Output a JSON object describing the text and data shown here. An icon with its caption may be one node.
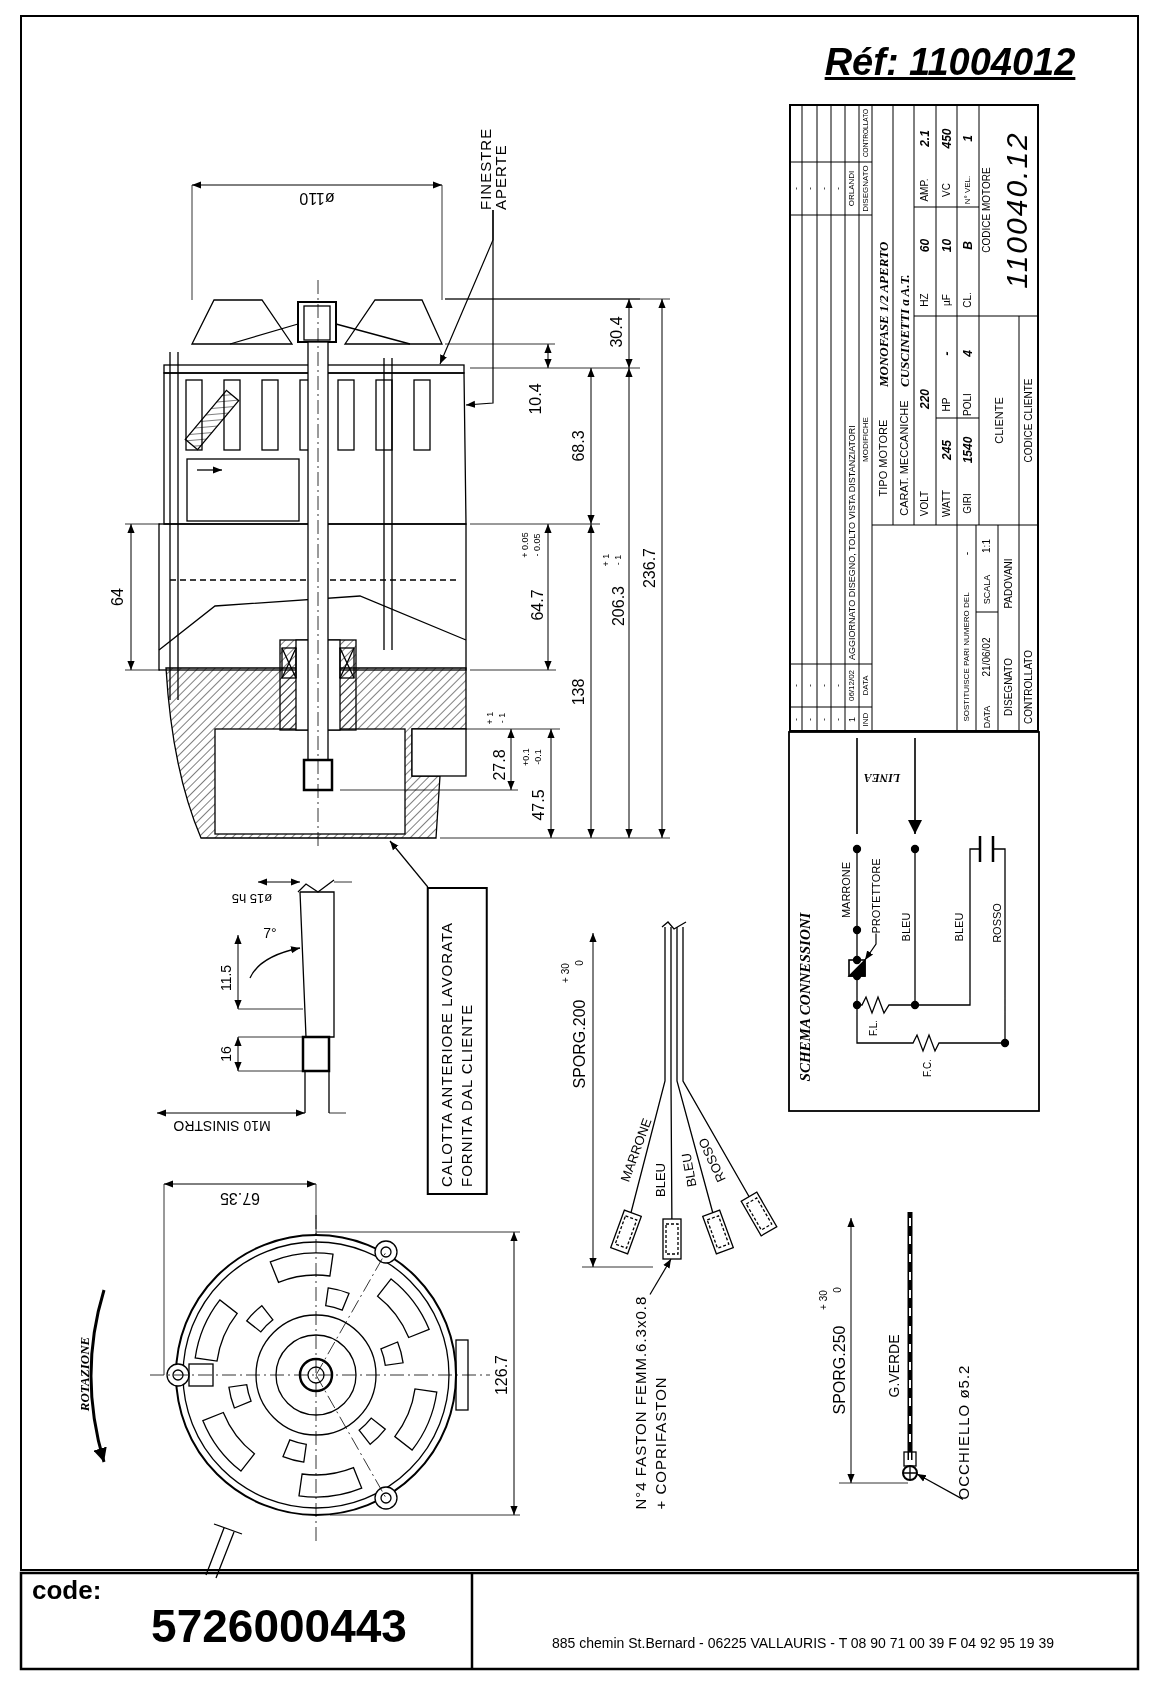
{
  "diagram": {
    "title": "Réf: 11004012",
    "nodes": [
      {
        "text": [
          "FINESTRE APERTE"
        ]
      },
      {
        "text": [
          "CALOTTA ANTERIORE LAVORATA FORNITA DAL CLIENTE"
        ]
      },
      {
        "text": [
          "N°4 FASTON FEMM.6.3x0.8 + COPRIFASTON"
        ]
      },
      {
        "text": [
          "OCCHIELLO ø5.2"
        ]
      },
      {
        "text": [
          "PROTETTORE"
        ]
      },
      {
        "text": [],
        "shape": "picture"
      },
      {
        "text": [],
        "shape": "picture"
      },
      {
        "text": [],
        "shape": "picture"
      },
      {
        "text": [],
        "shape": "box"
      }
    ],
    "edges": [
      {
        "from": 0,
        "to": 5,
        "arrow": "to"
      },
      {
        "from": 0,
        "to": 5,
        "arrow": "to"
      },
      {
        "from": 1,
        "to": 5,
        "arrow": "to"
      },
      {
        "from": 2,
        "to": 6,
        "arrow": "to"
      },
      {
        "from": 3,
        "to": 7,
        "arrow": "to"
      },
      {
        "from": 4,
        "to": 8,
        "arrow": "to"
      }
    ],
    "labels": [
      "ø110",
      "30.4",
      "10.4",
      "68.3",
      "64",
      "64.7",
      "+ 0.05",
      "- 0.05",
      "206.3",
      "+ 1",
      "- 1",
      "236.7",
      "138",
      "27.8",
      "+ 1",
      "- 1",
      "47.5",
      "+0.1",
      "-0.1",
      "ø15 h5",
      "7°",
      "11.5",
      "16",
      "M10 SINISTRO",
      "SPORG.200",
      "+ 30",
      "0",
      "MARRONE",
      "BLEU",
      "BLEU",
      "ROSSO",
      "67.35",
      "ROTAZIONE",
      "126.7",
      "SPORG.250",
      "+ 30",
      "0",
      "G.VERDE",
      "-",
      "-",
      "-",
      "-",
      "-",
      "-",
      "-",
      "-",
      "-",
      "-",
      "-",
      "-",
      "1",
      "06/12/02",
      "AGGIORNATO DISEGNO, TOLTO VISTA DISTANZIATORI",
      "ORLANDI",
      "IND",
      "DATA",
      "MODIFICHE",
      "DISEGNATO",
      "CONTROLLATO",
      "TIPO MOTORE",
      "MONOFASE 1/2 APERTO",
      "CARAT. MECCANICHE",
      "CUSCINETTI a A.T.",
      "VOLT",
      "220",
      "HZ",
      "60",
      "AMP.",
      "2.1",
      "WATT",
      "245",
      "HP",
      "-",
      "µF",
      "10",
      "VC",
      "450",
      "GIRI",
      "1540",
      "POLI",
      "4",
      "CL.",
      "B",
      "N° VEL.",
      "1",
      "SOSTITUISCE PARI NUMERO DEL",
      "-",
      "CLIENTE",
      "CODICE MOTORE",
      "110040.12",
      "DATA",
      "21/06/02",
      "SCALA",
      "1:1",
      "DISEGNATO",
      "PADOVANI",
      "CONTROLLATO",
      "CODICE CLIENTE",
      "LINEA",
      "MARRONE",
      "BLEU",
      "BLEU",
      "ROSSO",
      "F.L.",
      "F.C.",
      "SCHEMA CONNESSIONI",
      "code:",
      "5726000443",
      "885 chemin St.Bernard  -  06225 VALLAURIS  -  T 08 90 71 00 39   F 04 92 95 19 39"
    ]
  }
}
